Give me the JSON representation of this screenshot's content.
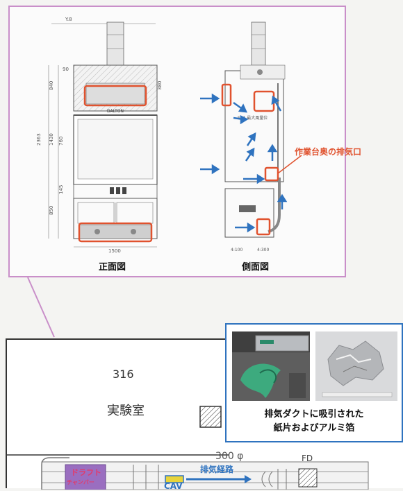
{
  "drawing": {
    "front_caption": "正面図",
    "side_caption": "側面図",
    "exhaust_port_label": "作業台奥の排気口",
    "brand": "DALTON",
    "dims": {
      "top": "Y.8",
      "d1": "90",
      "d2": "840",
      "d3": "1430",
      "d4": "2363",
      "d5": "850",
      "d6": "760",
      "d7": "380",
      "d8": "145",
      "w1": "1500",
      "s1": "4:100",
      "s2": "4:300",
      "side_note": "ELA 最大風量位"
    }
  },
  "floorplan": {
    "room_number": "316",
    "room_name": "実験室",
    "draft_label_line1": "ドラフト",
    "draft_label_line2": "チャンバー",
    "cav_label": "CAV",
    "exhaust_route_label": "排気経路",
    "duct_size": "300 φ",
    "fd_label": "FD"
  },
  "callout": {
    "caption_line1": "排気ダクトに吸引された",
    "caption_line2": "紙片およびアルミ箔"
  },
  "colors": {
    "highlight_red": "#e0522e",
    "arrow_blue": "#2f73bf",
    "frame_purple": "#c98fc9",
    "cav_yellow": "#e8d43a"
  }
}
